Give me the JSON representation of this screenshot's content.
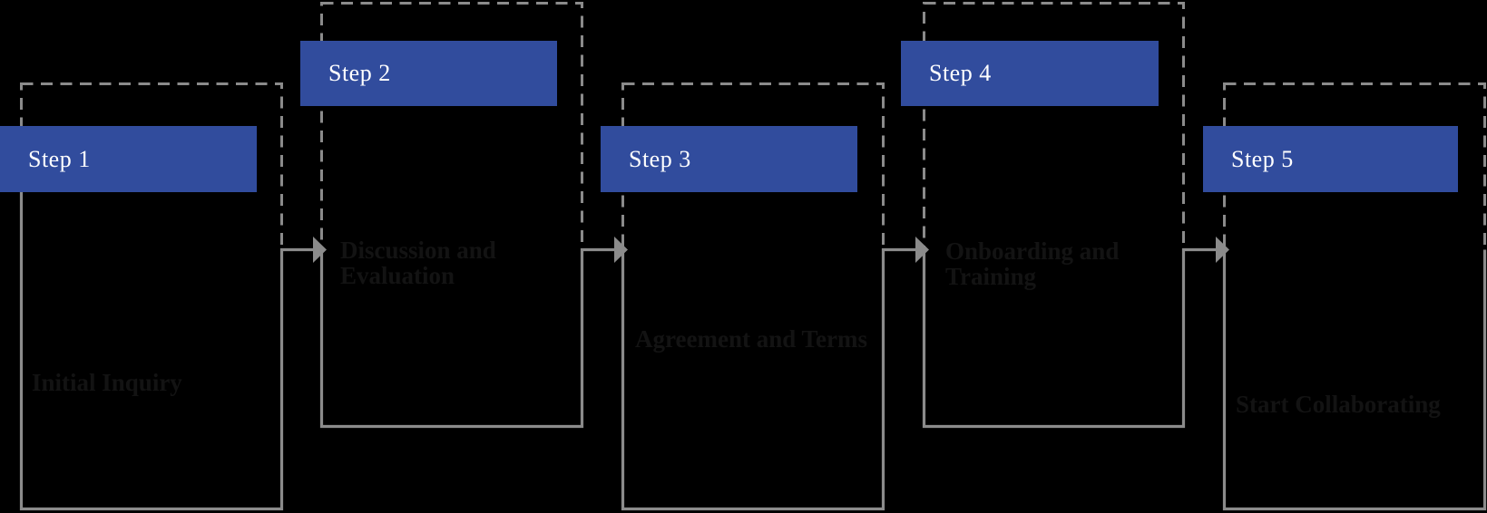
{
  "diagram_title": "Five step process flow",
  "colors": {
    "step_bar": "#314C9D",
    "connector_gray": "#8B8B8B",
    "dashed_border": "#8B8B8B",
    "step_label": "#FFFFFF",
    "description": "#131313",
    "background_color": "#000000"
  },
  "steps": [
    {
      "label": "Step 1",
      "desc_lines": [
        "Initial Inquiry"
      ]
    },
    {
      "label": "Step 2",
      "desc_lines": [
        "Discussion and",
        "Evaluation"
      ]
    },
    {
      "label": "Step 3",
      "desc_lines": [
        "Agreement and Terms"
      ]
    },
    {
      "label": "Step 4",
      "desc_lines": [
        "Onboarding and",
        "Training"
      ]
    },
    {
      "label": "Step 5",
      "desc_lines": [
        "Start Collaborating"
      ]
    }
  ]
}
